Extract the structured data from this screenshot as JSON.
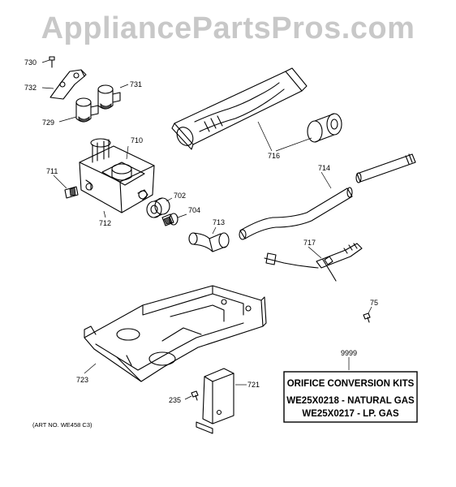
{
  "watermark": "AppliancePartsPros.com",
  "callouts": {
    "p730": "730",
    "p732": "732",
    "p731": "731",
    "p729": "729",
    "p710": "710",
    "p711": "711",
    "p712": "712",
    "p702": "702",
    "p704": "704",
    "p713": "713",
    "p716": "716",
    "p714": "714",
    "p717": "717",
    "p75": "75",
    "p723": "723",
    "p9999": "9999",
    "p721": "721",
    "p235": "235"
  },
  "kit_box": {
    "title": "ORIFICE CONVERSION KITS",
    "line1": "WE25X0218 - NATURAL GAS",
    "line2": "WE25X0217 - LP. GAS"
  },
  "art_number": "(ART NO. WE458 C3)"
}
